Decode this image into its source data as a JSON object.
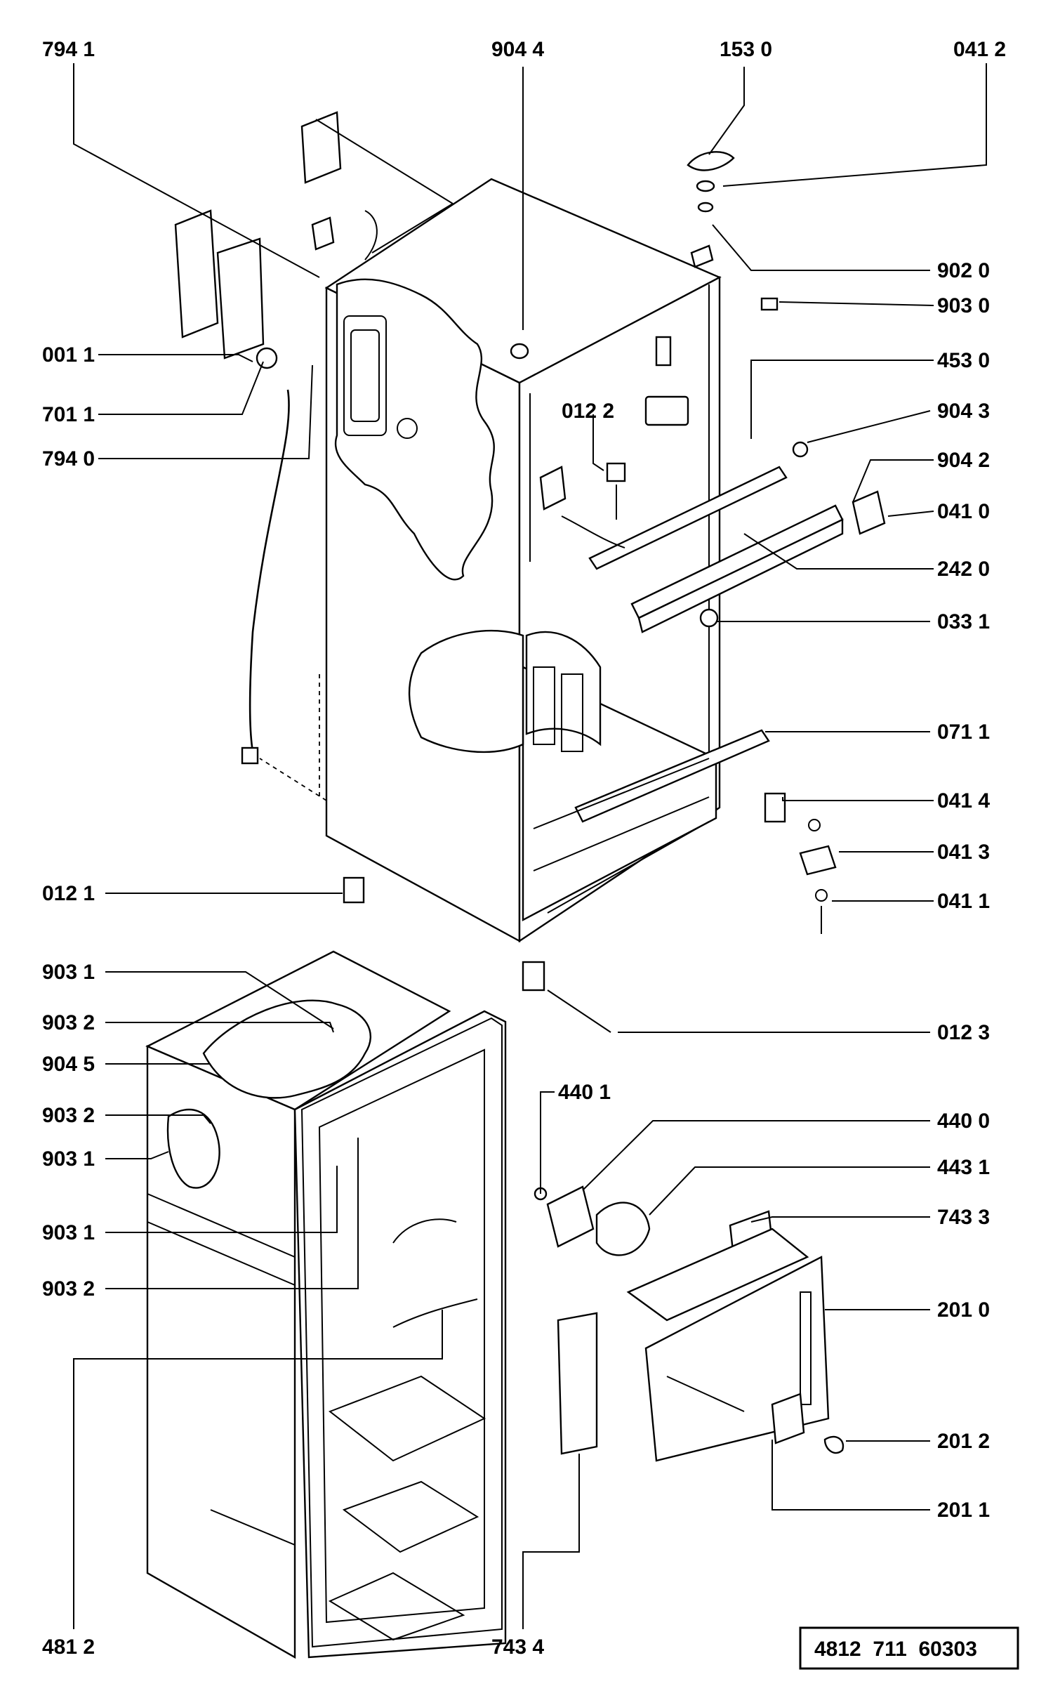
{
  "labels": {
    "l7941": "794 1",
    "l9044": "904 4",
    "l1530": "153 0",
    "l0412": "041 2",
    "l9020": "902 0",
    "l9030": "903 0",
    "l0011": "001 1",
    "l4530": "453 0",
    "l7011": "701 1",
    "l0122": "012 2",
    "l9043": "904 3",
    "l7940": "794 0",
    "l9042": "904 2",
    "l0410": "041 0",
    "l2420": "242 0",
    "l0331": "033 1",
    "l0711": "071 1",
    "l0414": "041 4",
    "l0413": "041 3",
    "l0121": "012 1",
    "l0411": "041 1",
    "l9031a": "903 1",
    "l9032a": "903 2",
    "l0123": "012 3",
    "l9045": "904 5",
    "l4401": "440 1",
    "l9032b": "903 2",
    "l4400": "440 0",
    "l9031b": "903 1",
    "l4431": "443 1",
    "l7433": "743 3",
    "l9031c": "903 1",
    "l9032c": "903 2",
    "l2010": "201 0",
    "l2012": "201 2",
    "l2011": "201 1",
    "l4812": "481 2",
    "l7434": "743 4"
  },
  "doc_number": "4812  711  60303"
}
